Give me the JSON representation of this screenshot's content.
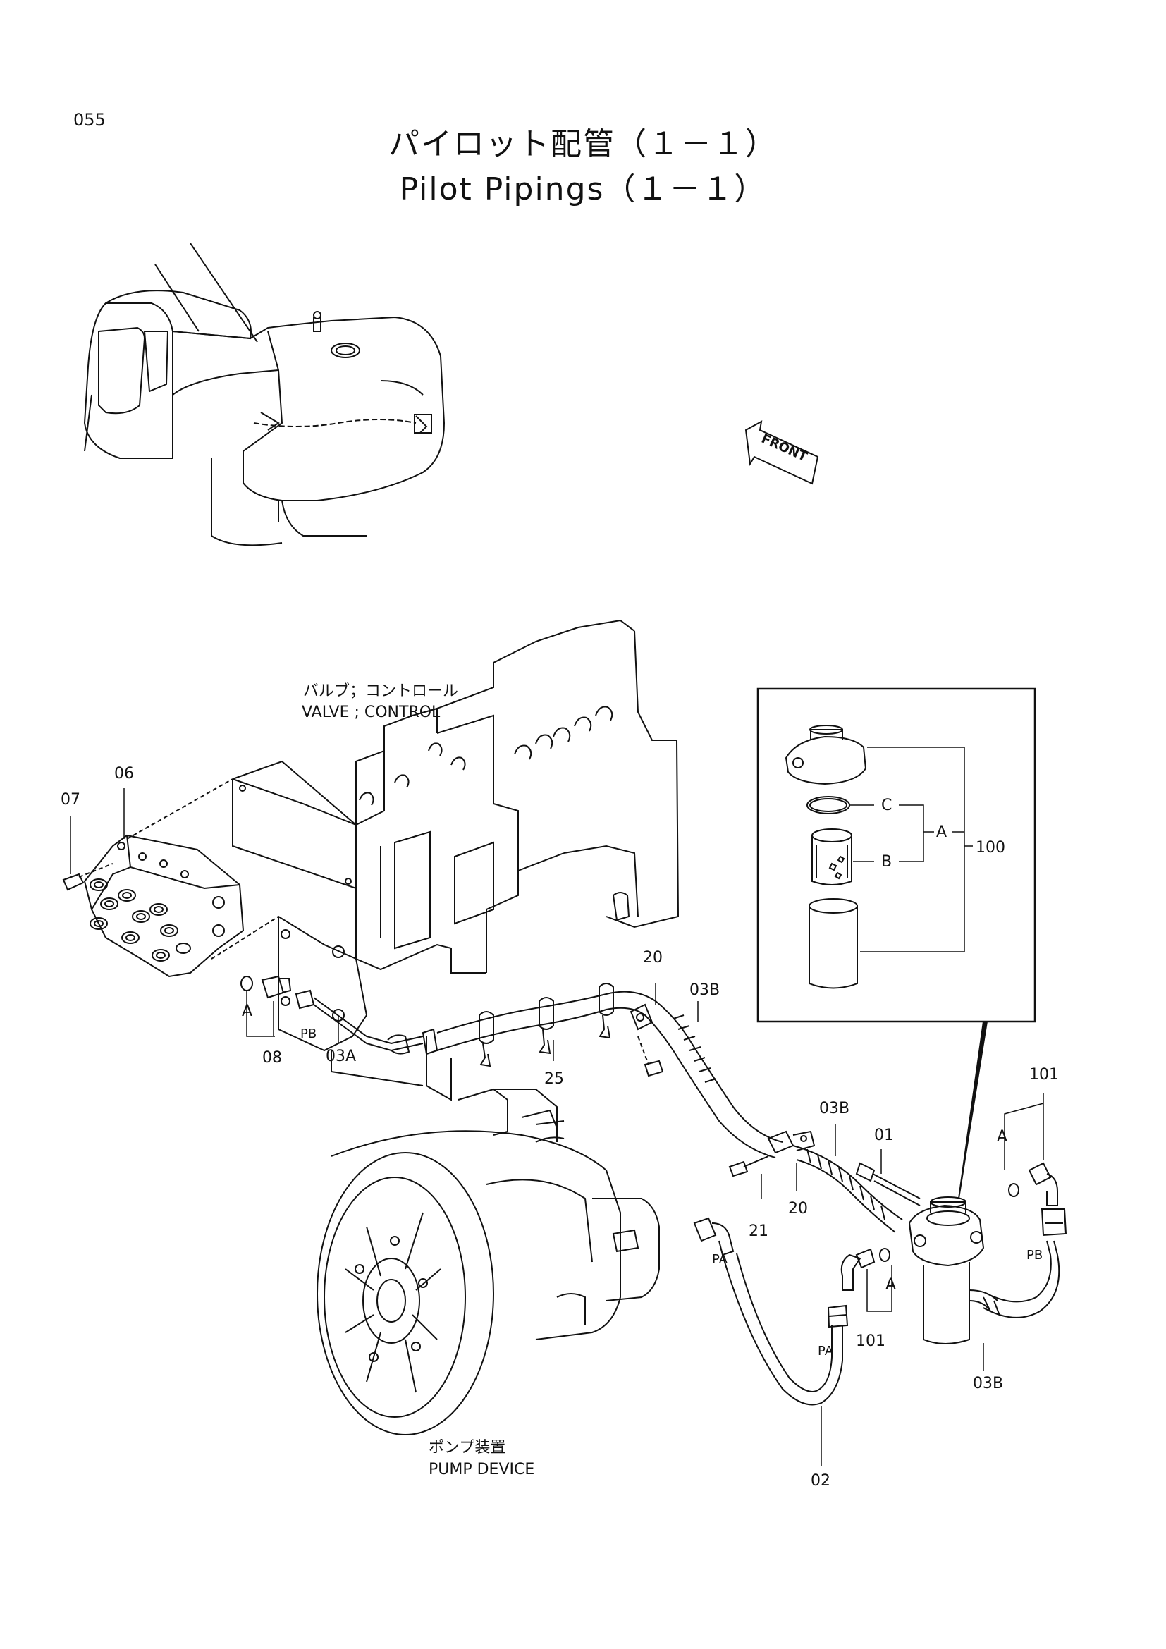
{
  "page": {
    "number": "055",
    "title_jp": "パイロット配管（１－１）",
    "title_en": "Pilot Pipings（１－１）"
  },
  "front_arrow": {
    "label": "FRONT"
  },
  "components": {
    "control_valve": {
      "name_jp": "バルブ；コントロール",
      "name_en": "VALVE ; CONTROL"
    },
    "pump_device": {
      "name_jp": "ポンプ装置",
      "name_en": "PUMP DEVICE"
    }
  },
  "callouts": {
    "c07": "07",
    "c06": "06",
    "cA_left": "A",
    "c08": "08",
    "cPB_left": "PB",
    "c03A": "03A",
    "c25": "25",
    "c20_top": "20",
    "c03B_top": "03B",
    "c03B_mid": "03B",
    "c01": "01",
    "c20_mid": "20",
    "c21": "21",
    "cPA_upper": "PA",
    "cPA_lower": "PA",
    "c02": "02",
    "cA_mid": "A",
    "c101_mid": "101",
    "c03B_bottom": "03B",
    "c101_right": "101",
    "cA_right": "A",
    "cPB_right": "PB"
  },
  "inset": {
    "c100": "100",
    "cA": "A",
    "cB": "B",
    "cC": "C"
  }
}
